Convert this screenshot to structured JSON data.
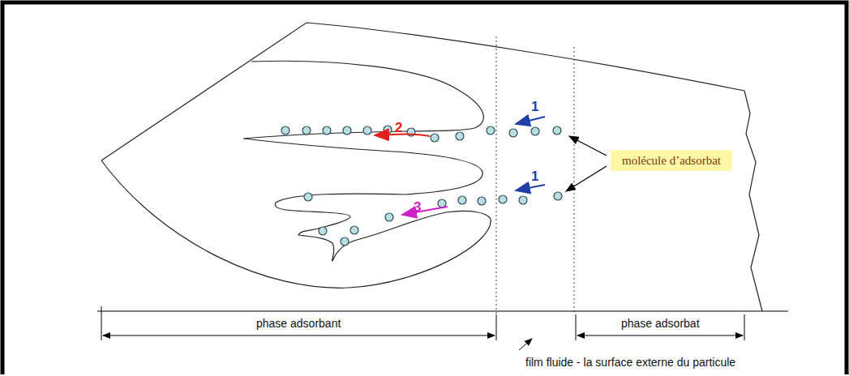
{
  "diagram": {
    "nodes": [
      {
        "text": [
          "molécule d’adsorbat"
        ]
      }
    ],
    "labels": [
      "1",
      "2",
      "1",
      "3",
      "phase adsorbant",
      "phase adsorbat",
      "film fluide - la surface externe du particule"
    ]
  }
}
